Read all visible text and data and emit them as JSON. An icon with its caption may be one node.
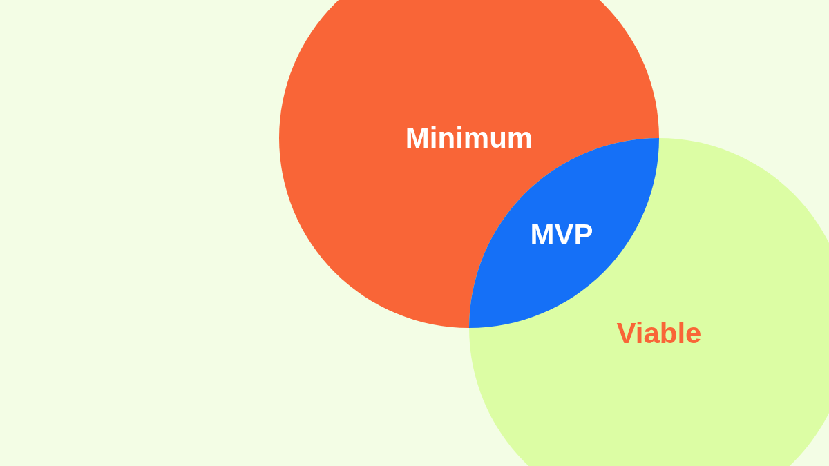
{
  "diagram": {
    "nodes": [
      {
        "text": [
          "Minimum"
        ]
      },
      {
        "text": [
          "Viable"
        ]
      },
      {
        "text": [
          "MVP"
        ]
      }
    ]
  }
}
